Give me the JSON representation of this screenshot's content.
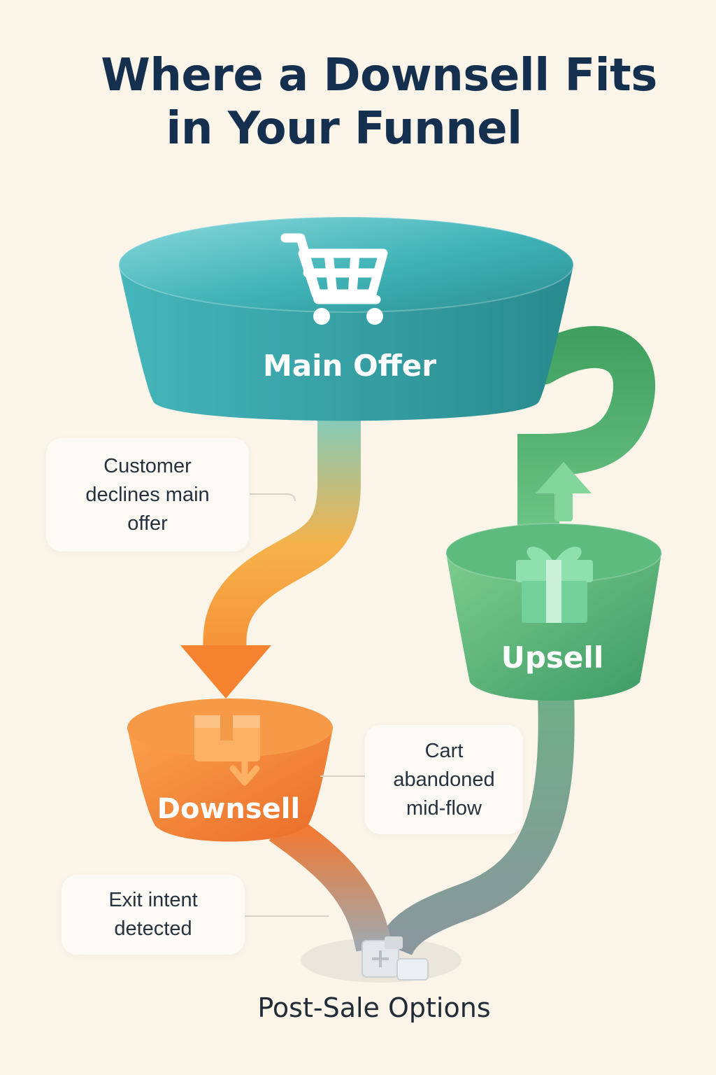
{
  "title": {
    "line1": "Where a Downsell Fits",
    "line2": "in Your Funnel"
  },
  "stages": {
    "main_offer": {
      "label": "Main Offer",
      "icon": "shopping-cart-icon",
      "color": "#3fb4b8"
    },
    "upsell": {
      "label": "Upsell",
      "icon": "gift-icon",
      "color": "#4cae6e"
    },
    "downsell": {
      "label": "Downsell",
      "icon": "box-down-arrow-icon",
      "color": "#f07f2e"
    }
  },
  "triggers": [
    {
      "text": "Customer declines main offer"
    },
    {
      "text": "Cart abandoned mid-flow"
    },
    {
      "text": "Exit intent detected"
    }
  ],
  "endpoint": {
    "label": "Post-Sale Options",
    "icon": "boxes-icon"
  }
}
